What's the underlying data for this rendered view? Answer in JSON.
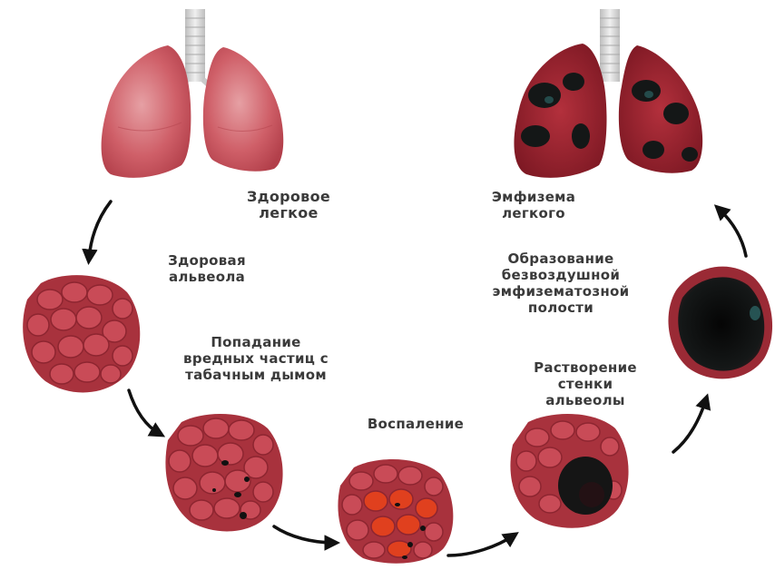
{
  "labels": {
    "healthy_lung": "Здоровое\nлегкое",
    "healthy_alveolus": "Здоровая\nальвеола",
    "particles": "Попадание\nвредных частиц с\nтабачным дымом",
    "inflammation": "Воспаление",
    "wall_dissolution": "Растворение\nстенки\nальвеолы",
    "cavity_formation": "Образование\nбезвоздушной\nэмфизематозной\nполости",
    "emphysema_lung": "Эмфизема\nлегкого"
  },
  "colors": {
    "healthy_tissue": "#c9525c",
    "healthy_highlight": "#e8959a",
    "alveolus_fill": "#a8323d",
    "alveolus_cell": "#c24450",
    "inflamed_cell": "#e0401e",
    "diseased_tissue": "#8a1e2a",
    "dark_patch": "#111414",
    "trachea": "#d9d9d9",
    "arrow": "#111111",
    "label_text": "#3a3a3a"
  }
}
